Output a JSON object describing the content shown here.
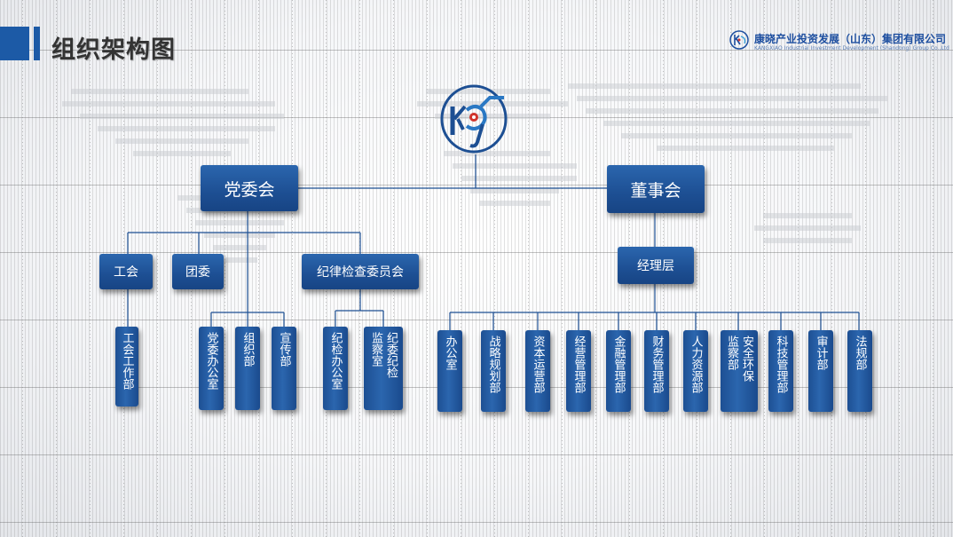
{
  "header": {
    "title": "组织架构图",
    "company_name": "康晓产业投资发展（山东）集团有限公司",
    "company_name_en": "KANGXIAO Industrial Investment Development (Shandong) Group Co.,Ltd"
  },
  "logo": {
    "text": "kx"
  },
  "chart": {
    "party_committee": "党委会",
    "board": "董事会",
    "party_subs": {
      "union": "工会",
      "youth_league": "团委",
      "discipline_committee": "纪律检查委员会"
    },
    "management": "经理层",
    "union_dept": [
      "工会工作部"
    ],
    "party_depts": [
      [
        "党委办公室"
      ],
      [
        "组织部"
      ],
      [
        "宣传部"
      ]
    ],
    "discipline_depts": [
      [
        "纪检办公室"
      ],
      [
        "纪委纪检",
        "监察室"
      ]
    ],
    "management_depts": [
      [
        "办公室"
      ],
      [
        "战略规划部"
      ],
      [
        "资本运营部"
      ],
      [
        "经营管理部"
      ],
      [
        "金融管理部"
      ],
      [
        "财务管理部"
      ],
      [
        "人力资源部"
      ],
      [
        "安全环保",
        "监察部"
      ],
      [
        "科技管理部"
      ],
      [
        "审计部"
      ],
      [
        "法规部"
      ]
    ]
  },
  "colors": {
    "accent": "#1c5aa6",
    "box_fill": "#1d4f93",
    "line": "#1d4f93"
  }
}
